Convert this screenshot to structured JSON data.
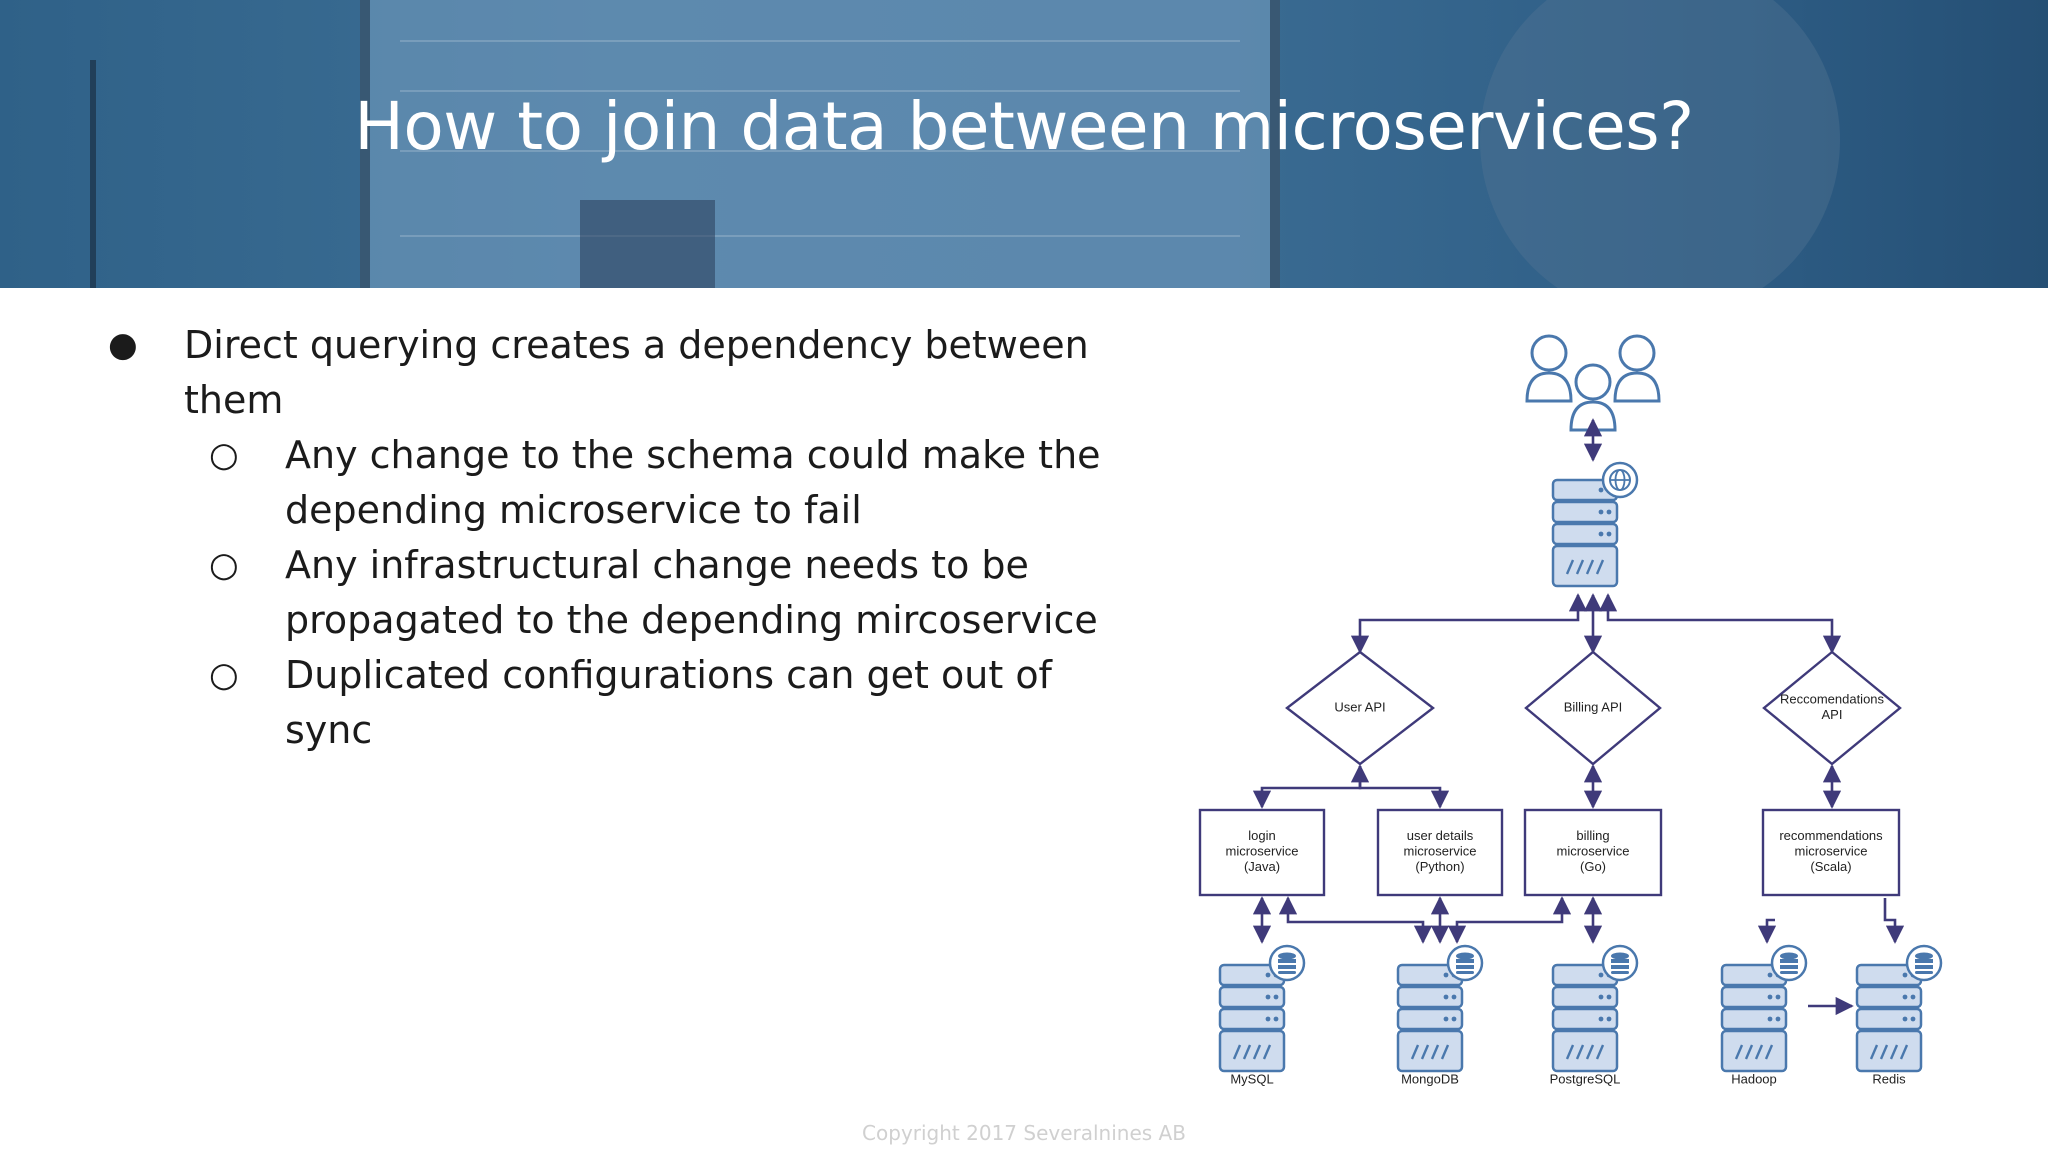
{
  "slide": {
    "title": "How to join data between microservices?",
    "footer": "Copyright 2017 Severalnines AB",
    "bullets": [
      {
        "level": 1,
        "marker": "●",
        "text": [
          "Direct querying creates a dependency between",
          "them"
        ]
      },
      {
        "level": 2,
        "marker": "○",
        "text": [
          "Any change to the schema could make the",
          "depending microservice to fail"
        ]
      },
      {
        "level": 2,
        "marker": "○",
        "text": [
          "Any infrastructural change needs to be",
          "propagated to the depending mircoservice"
        ]
      },
      {
        "level": 2,
        "marker": "○",
        "text": [
          "Duplicated configurations can get out of sync"
        ]
      }
    ]
  },
  "diagram": {
    "colors": {
      "stroke": "#3f3a7a",
      "server": "#cfdcee",
      "server_stroke": "#4a78ad"
    },
    "apis": [
      {
        "id": "user_api",
        "label": [
          "User API"
        ]
      },
      {
        "id": "billing_api",
        "label": [
          "Billing API"
        ]
      },
      {
        "id": "reco_api",
        "label": [
          "Reccomendations",
          "API"
        ]
      }
    ],
    "services": [
      {
        "id": "login",
        "label": [
          "login",
          "microservice",
          "(Java)"
        ]
      },
      {
        "id": "user_details",
        "label": [
          "user details",
          "microservice",
          "(Python)"
        ]
      },
      {
        "id": "billing",
        "label": [
          "billing",
          "microservice",
          "(Go)"
        ]
      },
      {
        "id": "recommendations",
        "label": [
          "recommendations",
          "microservice",
          "(Scala)"
        ]
      }
    ],
    "databases": [
      {
        "id": "mysql",
        "label": "MySQL"
      },
      {
        "id": "mongodb",
        "label": "MongoDB"
      },
      {
        "id": "postgresql",
        "label": "PostgreSQL"
      },
      {
        "id": "hadoop",
        "label": "Hadoop"
      },
      {
        "id": "redis",
        "label": "Redis"
      }
    ],
    "icons": {
      "users": "users-icon",
      "gateway": "server-globe-icon",
      "database": "server-database-icon"
    }
  }
}
